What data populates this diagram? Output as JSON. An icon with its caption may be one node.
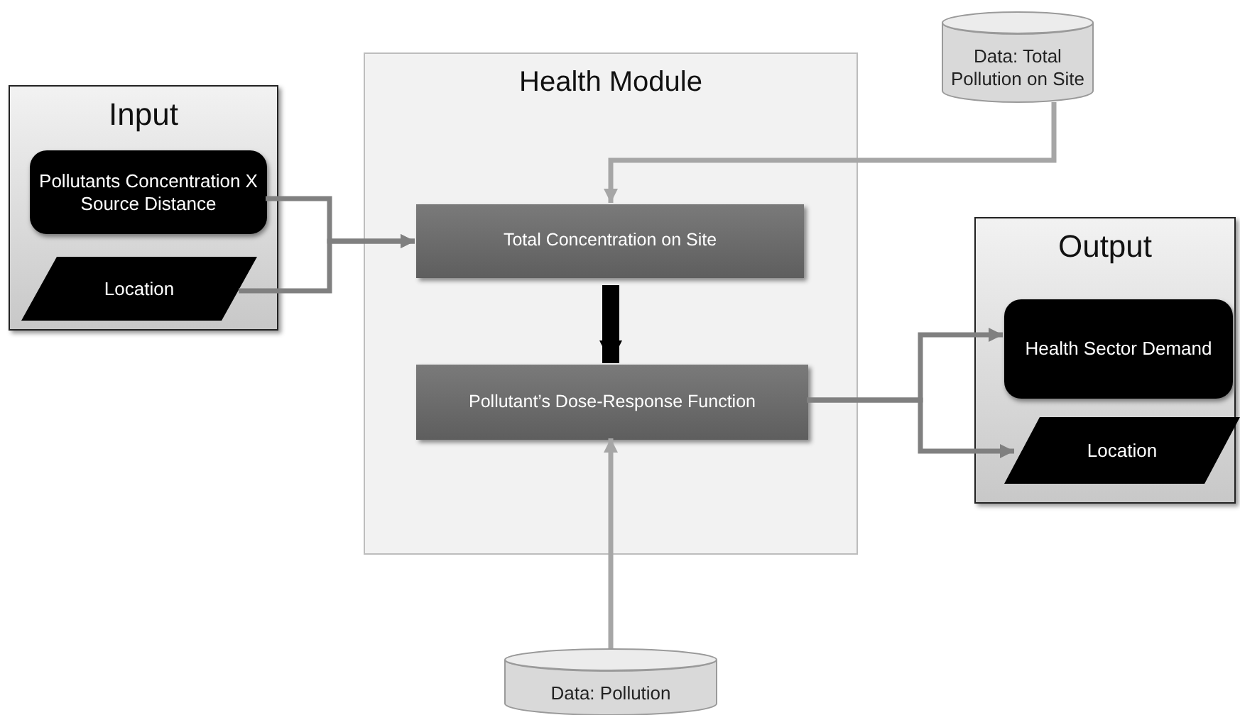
{
  "diagram": {
    "nodes": [
      {
        "text": [
          "Input"
        ]
      },
      {
        "text": [
          "Pollutants Concentration X Source Distance"
        ],
        "in": 0
      },
      {
        "text": [
          "Location"
        ],
        "in": 0
      },
      {
        "text": [
          "Health Module"
        ]
      },
      {
        "text": [
          "Total Concentration on Site"
        ],
        "in": 3
      },
      {
        "text": [
          "Pollutant’s Dose-Response Function"
        ],
        "in": 3
      },
      {
        "text": [
          "Data: Total Pollution on Site"
        ]
      },
      {
        "text": [
          "Output"
        ]
      },
      {
        "text": [
          "Health Sector Demand"
        ],
        "in": 7
      },
      {
        "text": [
          "Location"
        ],
        "in": 7
      },
      {
        "text": [
          "Data: Pollution"
        ]
      }
    ],
    "edges": [
      {
        "from": 1,
        "to": 4,
        "arrow": "to"
      },
      {
        "from": 2,
        "to": 4,
        "arrow": "to"
      },
      {
        "from": 6,
        "to": 4,
        "arrow": "to",
        "color": "#a6a6a6"
      },
      {
        "from": 4,
        "to": 5,
        "arrow": "to",
        "style": "thick",
        "color": "#000000"
      },
      {
        "from": 5,
        "to": 8,
        "arrow": "to"
      },
      {
        "from": 5,
        "to": 9,
        "arrow": "to"
      },
      {
        "from": 10,
        "to": 5,
        "arrow": "to",
        "color": "#a6a6a6"
      }
    ]
  }
}
